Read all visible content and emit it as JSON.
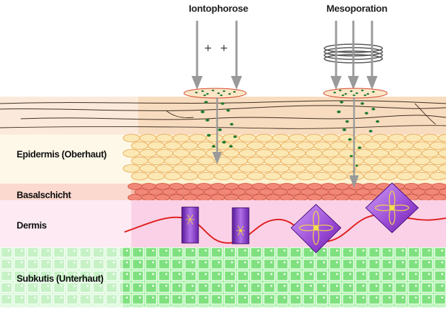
{
  "methods": {
    "iontophorese": "Iontophorose",
    "mesoporation": "Mesoporation"
  },
  "charges": [
    "+",
    "+"
  ],
  "layers": {
    "epidermis": "Epidermis (Oberhaut)",
    "basal": "Basalschicht",
    "dermis": "Dermis",
    "subcutis": "Subkutis (Unterhaut)"
  },
  "colors": {
    "stratum_corneum": "#f8dcc0",
    "epidermis": "#fdf1cf",
    "basal": "#f8a89a",
    "dermis": "#fad1e6",
    "subcutis": "#9ef29e",
    "arrow": "#9a9a9a",
    "particle": "#1f7a2e",
    "wave": "#e02020",
    "cell_purple": "#8a3fc9"
  }
}
